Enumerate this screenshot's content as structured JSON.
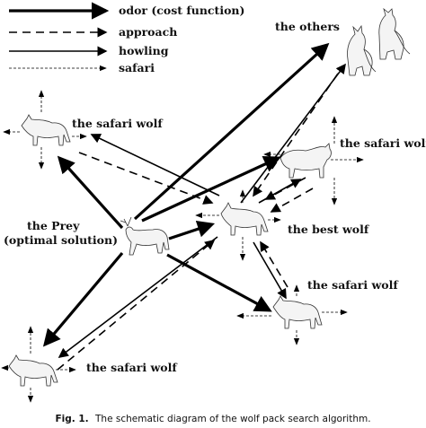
{
  "legend": {
    "odor": "odor (cost function)",
    "approach": "approach",
    "howling": "howling",
    "safari": "safari"
  },
  "nodes": {
    "others": "the others",
    "safari_wolf_left": "the safari wolf",
    "safari_wolf_right": "the safari wolf",
    "prey_line1": "the Prey",
    "prey_line2": "(optimal solution)",
    "best_wolf": "the best wolf",
    "safari_wolf_lower_right": "the safari wolf",
    "safari_wolf_bottom_left": "the safari wolf"
  },
  "caption": {
    "label": "Fig. 1.",
    "text": "The schematic diagram of the wolf pack search algorithm."
  }
}
